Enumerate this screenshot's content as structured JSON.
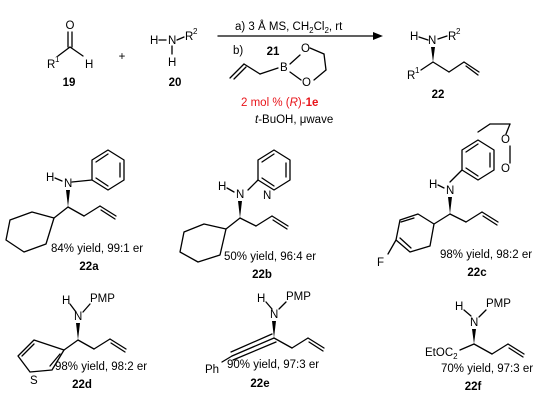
{
  "scheme": {
    "reactant_aldehyde": {
      "atoms": {
        "O": "O",
        "R": "R",
        "R_sup": "1",
        "H": "H"
      },
      "label": "19"
    },
    "plus": "+",
    "reactant_amine": {
      "atoms": {
        "H": "H",
        "N": "N",
        "R": "R",
        "R_sup": "2",
        "H2": "H"
      },
      "label": "20"
    },
    "conditions": {
      "step_a_prefix": "a) 3 Å MS, CH",
      "step_a_sub": "2",
      "step_a_mid": "Cl",
      "step_a_sub2": "2",
      "step_a_suffix": ", rt",
      "step_b": "b)",
      "reagent_label": "21",
      "boronate_atoms": {
        "O1": "O",
        "B": "B",
        "O2": "O"
      },
      "catalyst_pre": "2 mol % (",
      "catalyst_R": "R",
      "catalyst_post": ")-",
      "catalyst_id": "1e",
      "solvent_prefix": "t",
      "solvent_rest": "-BuOH, μwave"
    },
    "product_general": {
      "atoms": {
        "H": "H",
        "N": "N",
        "R2": "R",
        "R2_sup": "2",
        "R1": "R",
        "R1_sup": "1"
      },
      "label": "22"
    }
  },
  "products": [
    {
      "id": "22a",
      "N": "N",
      "H": "H",
      "yield": "84% yield, 99:1 er"
    },
    {
      "id": "22b",
      "N": "N",
      "H": "H",
      "Npy": "N",
      "yield": "50% yield, 96:4 er"
    },
    {
      "id": "22c",
      "N": "N",
      "H": "H",
      "O1": "O",
      "O2": "O",
      "F": "F",
      "yield": "98% yield, 98:2 er"
    },
    {
      "id": "22d",
      "N": "N",
      "H": "H",
      "PMP": "PMP",
      "S": "S",
      "yield": "98% yield, 98:2 er"
    },
    {
      "id": "22e",
      "N": "N",
      "H": "H",
      "PMP": "PMP",
      "Ph": "Ph",
      "yield": "90% yield, 97:3 er"
    },
    {
      "id": "22f",
      "N": "N",
      "H": "H",
      "PMP": "PMP",
      "EtO": "EtO",
      "C": "C",
      "sub": "2",
      "yield": "70% yield, 97:3 er"
    }
  ]
}
